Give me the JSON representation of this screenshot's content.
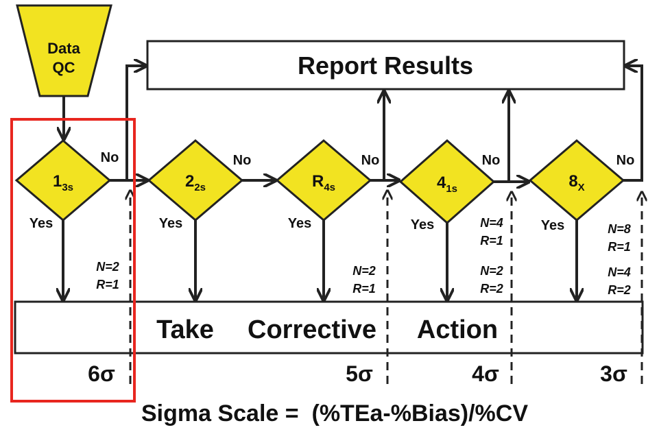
{
  "start": {
    "line1": "Data",
    "line2": "QC"
  },
  "report": "Report Results",
  "corrective": {
    "w1": "Take",
    "w2": "Corrective",
    "w3": "Action"
  },
  "rules": [
    {
      "main": "1",
      "sub": "3s"
    },
    {
      "main": "2",
      "sub": "2s"
    },
    {
      "main": "R",
      "sub": "4s"
    },
    {
      "main": "4",
      "sub": "1s"
    },
    {
      "main": "8",
      "sub": "X"
    }
  ],
  "yes": "Yes",
  "no": "No",
  "nr": {
    "r1": {
      "n": "N=2",
      "r": "R=1"
    },
    "r3": {
      "n": "N=2",
      "r": "R=1"
    },
    "r4a": {
      "n": "N=4",
      "r": "R=1"
    },
    "r4b": {
      "n": "N=2",
      "r": "R=2"
    },
    "r5a": {
      "n": "N=8",
      "r": "R=1"
    },
    "r5b": {
      "n": "N=4",
      "r": "R=2"
    }
  },
  "sigma": {
    "s6": "6σ",
    "s5": "5σ",
    "s4": "4σ",
    "s3": "3σ"
  },
  "formula": "Sigma Scale =  (%TEa-%Bias)/%CV",
  "colors": {
    "diamond": "#f2e321",
    "stroke": "#222222",
    "highlight": "#e8261f"
  }
}
